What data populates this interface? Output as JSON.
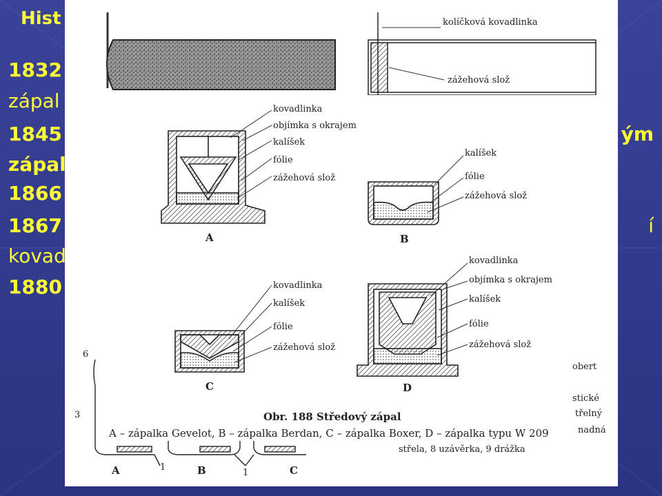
{
  "slide": {
    "title": "Hist",
    "left_lines": [
      "1832",
      "zápal",
      "1845",
      "zápal",
      "1866",
      "1867",
      "kovad",
      "1880"
    ],
    "right_fragments": [
      "ým",
      "í"
    ]
  },
  "figure": {
    "top_labels": [
      "kolíčková kovadlinka",
      "zážehová slož"
    ],
    "primer_A": {
      "letter": "A",
      "labels": [
        "kovadlinka",
        "objímka s okrajem",
        "kalíšek",
        "fólie",
        "zážehová slož"
      ]
    },
    "primer_B": {
      "letter": "B",
      "labels": [
        "kalíšek",
        "fólie",
        "zážehová slož"
      ]
    },
    "primer_C": {
      "letter": "C",
      "labels": [
        "kovadlinka",
        "kalíšek",
        "fólie",
        "zážehová slož"
      ]
    },
    "primer_D": {
      "letter": "D",
      "labels": [
        "kovadlinka",
        "objímka s okrajem",
        "kalíšek",
        "fólie",
        "zážehová slož"
      ]
    },
    "caption_title": "Obr. 188 Středový zápal",
    "caption_text": "A – zápalka Gevelot, B – zápalka Berdan, C – zápalka Boxer, D – zápalka typu W 209",
    "bottom_numbers": [
      "6",
      "3",
      "1",
      "1"
    ],
    "bottom_letters": [
      "A",
      "B",
      "C"
    ],
    "side_fragments": [
      "obert",
      "stické",
      "třelný",
      "nadná",
      "střela, 8 uzávěrka, 9 drážka"
    ]
  }
}
